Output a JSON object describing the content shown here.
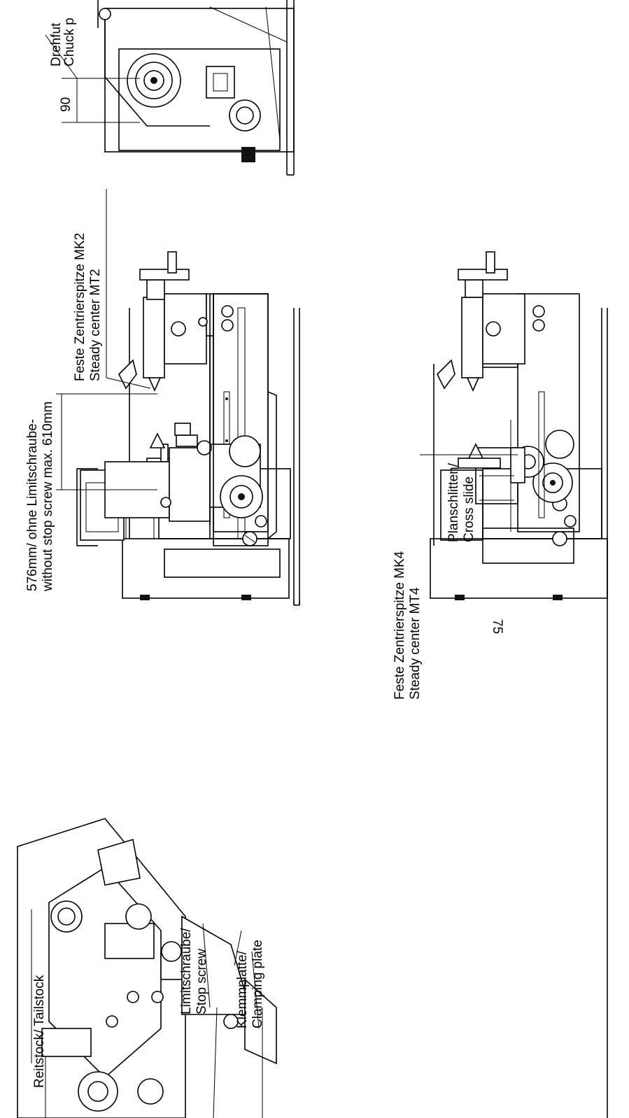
{
  "labels": {
    "chuck_line1": "Drehfut",
    "chuck_line2": "Chuck p",
    "dim_90": "90",
    "steady_mk2_line1": "Feste Zentrierspitze MK2",
    "steady_mk2_line2": "Steady center MT2",
    "stop_dim_line1": "576mm/ ohne Limitschraube-",
    "stop_dim_line2": "without stop screw max. 610mm",
    "steady_mk4_line1": "Feste Zentrierspitze MK4",
    "steady_mk4_line2": "Steady center MT4",
    "cross_slide_line1": "Planschlitten/",
    "cross_slide_line2": "Cross slide",
    "dim_75": "75",
    "tailstock": "Reitstock/ Tailstock",
    "stop_screw_line1": "Limitschraube/",
    "stop_screw_line2": "Stop screw",
    "clamping_line1": "Klemmplatte/",
    "clamping_line2": "Clamping plate"
  }
}
